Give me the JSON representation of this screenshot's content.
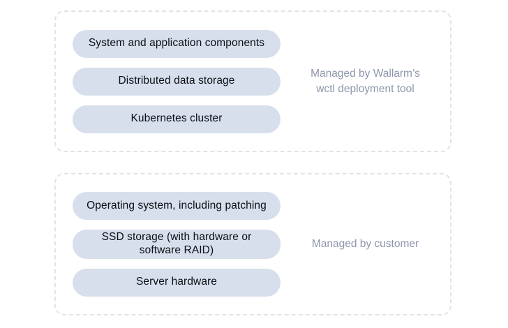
{
  "colors": {
    "page_background": "#ffffff",
    "pill_background": "#d8dfec",
    "pill_text": "#0b0e14",
    "group_label_text": "#8d96ab",
    "dashed_border": "#e2e3e5"
  },
  "groups": [
    {
      "id": "managed-by-wallarm",
      "label": "Managed by Wallarm’s\nwctl deployment tool",
      "items": [
        "System and application components",
        "Distributed data storage",
        "Kubernetes cluster"
      ]
    },
    {
      "id": "managed-by-customer",
      "label": "Managed by customer",
      "items": [
        "Operating system, including patching",
        "SSD storage (with hardware or software RAID)",
        "Server hardware"
      ]
    }
  ]
}
